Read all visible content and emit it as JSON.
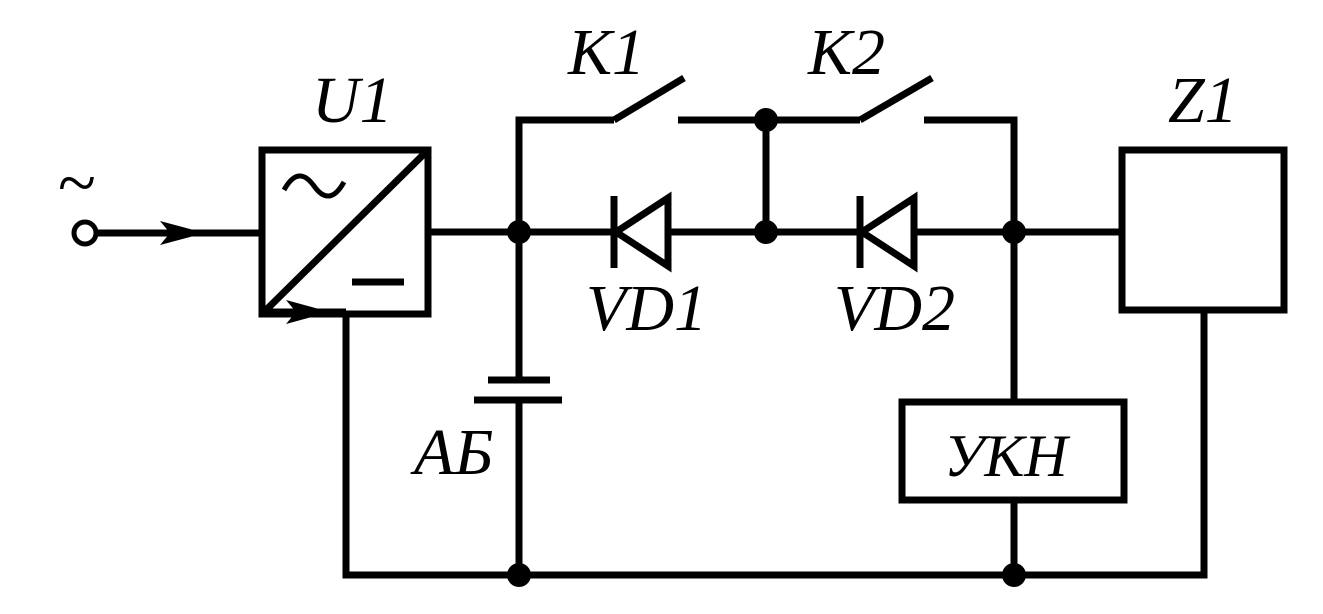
{
  "labels": {
    "converter": "U1",
    "switch_1": "K1",
    "switch_2": "K2",
    "diode_1": "VD1",
    "diode_2": "VD2",
    "battery": "АБ",
    "load": "Z1",
    "control_unit": "УКН",
    "ac_source_symbol": "~",
    "converter_ac_symbol": "~",
    "converter_dc_symbol": "−"
  }
}
